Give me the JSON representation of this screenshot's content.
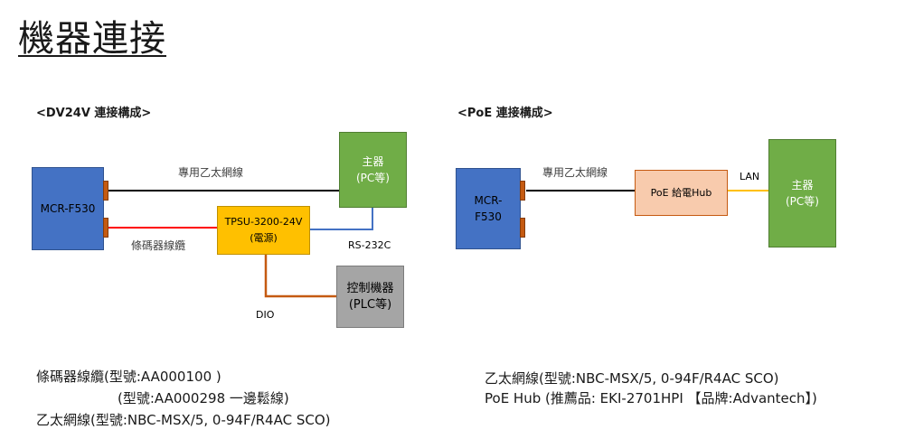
{
  "title": "機器連接",
  "left": {
    "section_label": "<DV24V 連接構成>",
    "reader": "MCR-F530",
    "host_line1": "主器",
    "host_line2": "(PC等)",
    "psu_line1": "TPSU-3200-24V",
    "psu_line2": "(電源)",
    "plc_line1": "控制機器",
    "plc_line2": "(PLC等)",
    "ethernet_label": "專用乙太網線",
    "barcode_cable_label": "條碼器線纜",
    "rs232_label": "RS-232C",
    "dio_label": "DIO",
    "notes": [
      "條碼器線纜(型號:AA000100 )",
      "(型號:AA000298 一邊鬆線)",
      "乙太網線(型號:NBC-MSX/5, 0-94F/R4AC SCO)"
    ]
  },
  "right": {
    "section_label": "<PoE 連接構成>",
    "reader_line1": "MCR-",
    "reader_line2": "F530",
    "ethernet_label": "專用乙太網線",
    "hub": "PoE 給電Hub",
    "lan_label": "LAN",
    "host_line1": "主器",
    "host_line2": "(PC等)",
    "notes": [
      "乙太網線(型號:NBC-MSX/5, 0-94F/R4AC SCO)",
      "PoE Hub (推薦品: EKI-2701HPI 【品牌:Advantech】)"
    ]
  },
  "colors": {
    "reader": "#4472c4",
    "host": "#70ad47",
    "psu": "#ffc000",
    "plc": "#a5a5a5",
    "hub": "#f8cbad",
    "port": "#c55a11",
    "power_line": "#ff0000",
    "serial_line": "#4472c4",
    "dio_line": "#c55a11",
    "lan_line": "#ffc000",
    "ethernet_line": "#000000"
  }
}
